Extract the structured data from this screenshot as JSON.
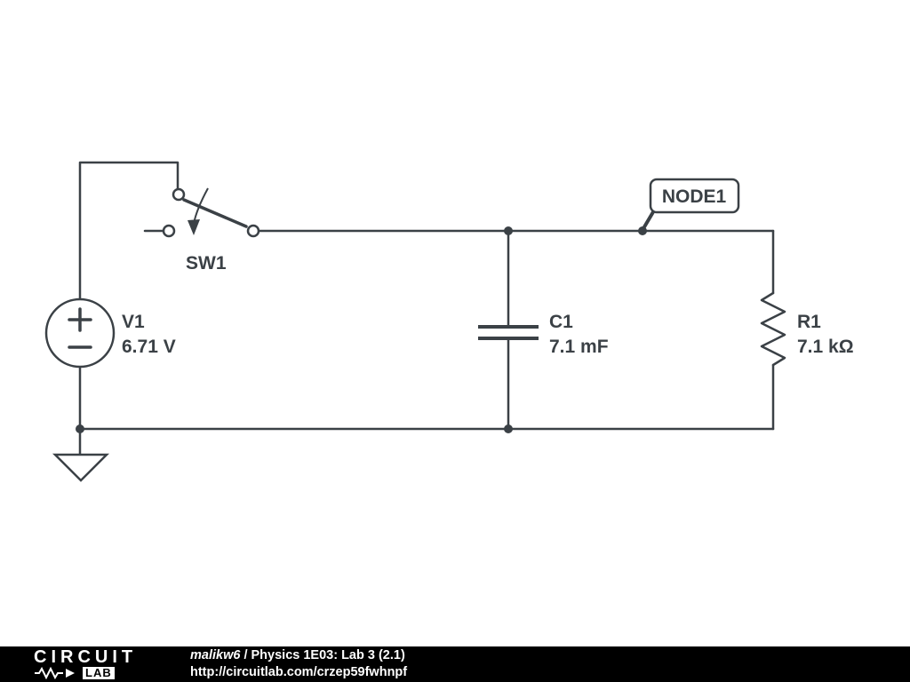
{
  "colors": {
    "schematic": "#3b4146",
    "footer_bg": "#000000",
    "footer_text": "#ffffff"
  },
  "schematic": {
    "v1": {
      "ref": "V1",
      "value": "6.71 V"
    },
    "sw1": {
      "ref": "SW1"
    },
    "c1": {
      "ref": "C1",
      "value": "7.1 mF"
    },
    "r1": {
      "ref": "R1",
      "value": "7.1 kΩ"
    },
    "node1": {
      "label": "NODE1"
    }
  },
  "footer": {
    "logo_top": "CIRCUIT",
    "logo_lab": "LAB",
    "author": "malikw6",
    "separator": " / ",
    "title": "Physics 1E03: Lab 3 (2.1)",
    "url": "http://circuitlab.com/crzep59fwhnpf"
  }
}
